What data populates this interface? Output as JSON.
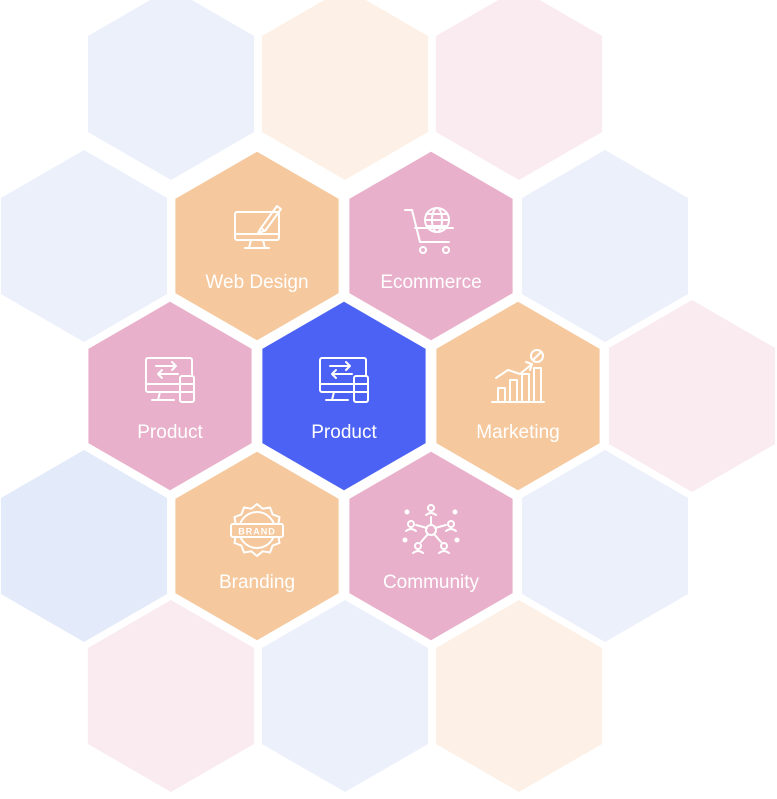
{
  "tiles": [
    {
      "label": "Web Design",
      "icon": "web-design-icon",
      "fill": "#F5C89D",
      "tone": "orange"
    },
    {
      "label": "Ecommerce",
      "icon": "shopping-cart-globe-icon",
      "fill": "#E8B0CA",
      "tone": "pink"
    },
    {
      "label": "Product",
      "icon": "monitor-transfer-icon",
      "fill": "#E8B0CA",
      "tone": "pink"
    },
    {
      "label": "Product",
      "icon": "monitor-transfer-icon",
      "fill": "#4C62F4",
      "tone": "blue",
      "active": true
    },
    {
      "label": "Marketing",
      "icon": "growth-chart-icon",
      "fill": "#F5C89D",
      "tone": "orange"
    },
    {
      "label": "Branding",
      "icon": "brand-badge-icon",
      "fill": "#F5C89D",
      "tone": "orange",
      "badge_text": "BRAND"
    },
    {
      "label": "Community",
      "icon": "network-people-icon",
      "fill": "#E8B0CA",
      "tone": "pink"
    }
  ],
  "colors": {
    "background": "#FFFFFF",
    "pale_blue": "#EBF0FB",
    "pale_orange": "#FDF1E7",
    "pale_pink": "#FAEBF0",
    "pale_sky": "#E3EAF9",
    "tile_text": "#FFFFFF"
  }
}
